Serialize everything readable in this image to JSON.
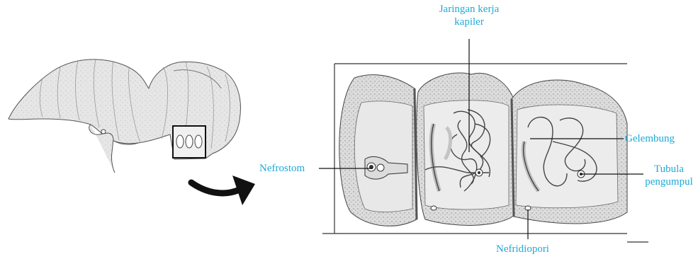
{
  "colors": {
    "label": "#1ea9d6",
    "line": "#222222",
    "tissue": "#d8d8d8",
    "tissue_dark": "#9a9a9a",
    "background": "#ffffff"
  },
  "labels": {
    "capillary_network_line1": "Jaringan kerja",
    "capillary_network_line2": "kapiler",
    "bladder": "Gelembung",
    "nephrostome": "Nefrostom",
    "collecting_tubule_line1": "Tubula",
    "collecting_tubule_line2": "pengumpul",
    "nephridiopore": "Nefridiopori"
  },
  "icons": {
    "earthworm": "earthworm-illustration",
    "arrow": "curved-arrow-icon",
    "segments": "nephridia-segments-illustration"
  }
}
